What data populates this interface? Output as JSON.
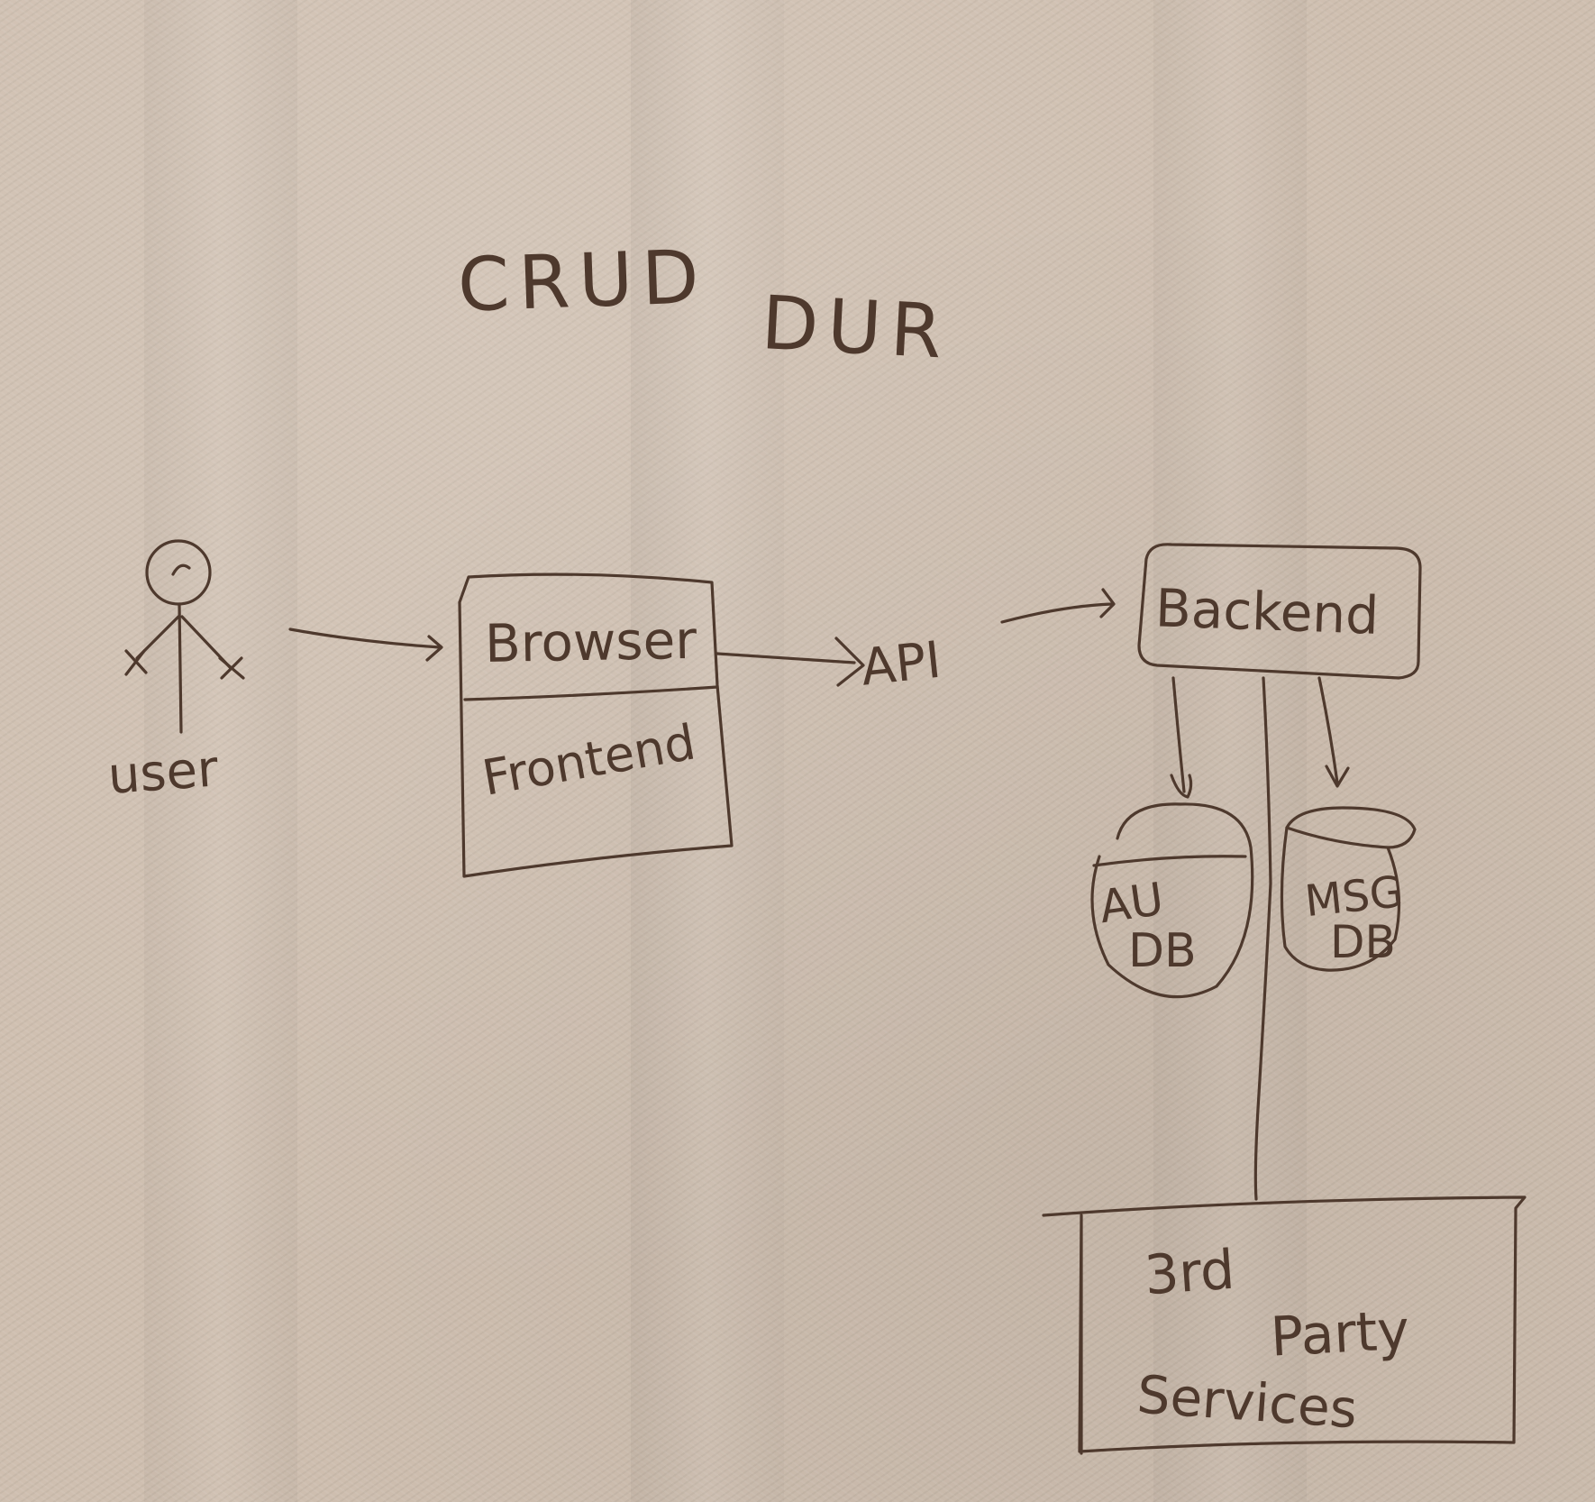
{
  "title_line1": "CRUD",
  "title_line2": "DUR",
  "actor": {
    "label": "user"
  },
  "browser_box": {
    "header": "Browser",
    "body": "Frontend"
  },
  "api": {
    "label": "API"
  },
  "backend": {
    "label": "Backend"
  },
  "databases": [
    {
      "line1": "AU",
      "line2": "DB"
    },
    {
      "line1": "MSG",
      "line2": "DB"
    }
  ],
  "third_party": {
    "line1": "3rd",
    "line2": "Party",
    "line3": "Services"
  },
  "colors": {
    "ink": "#4e392d",
    "paper": "#cfbfb0"
  }
}
